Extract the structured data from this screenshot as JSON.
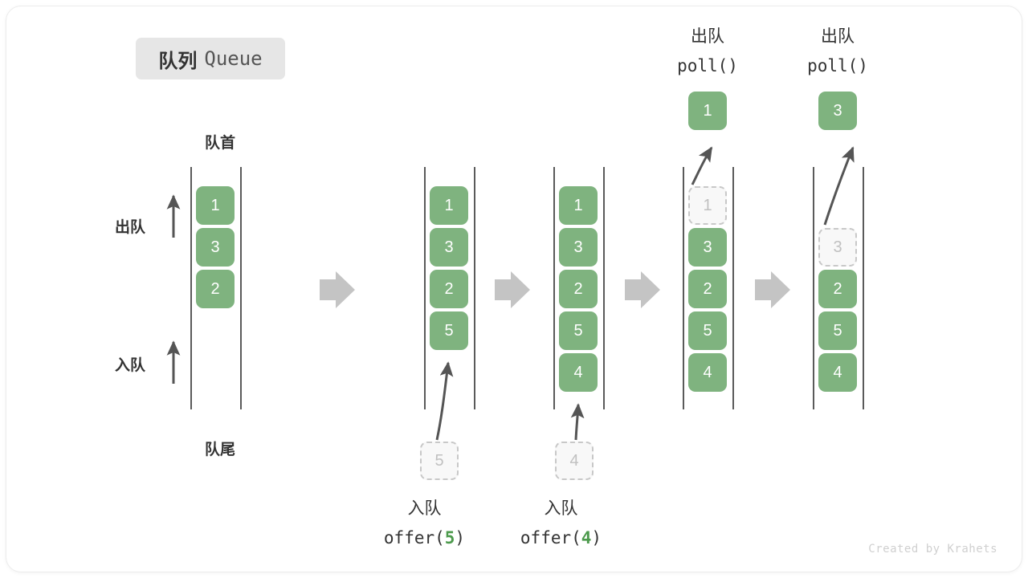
{
  "title": {
    "cn": "队列",
    "en": "Queue"
  },
  "labels": {
    "front": "队首",
    "rear": "队尾",
    "dequeue": "出队",
    "enqueue": "入队"
  },
  "credit": "Created by Krahets",
  "colors": {
    "element_green": "#7fb37f",
    "ghost_fill": "#f8f8f8",
    "ghost_border": "#c8c8c8",
    "rail": "#5a5a5a",
    "arrow": "#555555",
    "step_arrow": "#c4c4c4",
    "badge_bg": "#e6e6e6",
    "text": "#333333",
    "code_accent": "#4c9a4c"
  },
  "steps": [
    {
      "id": "initial",
      "items": [
        {
          "value": "1",
          "state": "filled"
        },
        {
          "value": "3",
          "state": "filled"
        },
        {
          "value": "2",
          "state": "filled"
        }
      ],
      "op_cn": "",
      "op_code": "",
      "op_arg": "",
      "incoming": null,
      "result": null
    },
    {
      "id": "offer-5",
      "items": [
        {
          "value": "1",
          "state": "filled"
        },
        {
          "value": "3",
          "state": "filled"
        },
        {
          "value": "2",
          "state": "filled"
        },
        {
          "value": "5",
          "state": "filled"
        }
      ],
      "op_cn": "入队",
      "op_code": "offer(",
      "op_arg": "5",
      "op_code_end": ")",
      "incoming": {
        "value": "5",
        "state": "ghost"
      },
      "result": null
    },
    {
      "id": "offer-4",
      "items": [
        {
          "value": "1",
          "state": "filled"
        },
        {
          "value": "3",
          "state": "filled"
        },
        {
          "value": "2",
          "state": "filled"
        },
        {
          "value": "5",
          "state": "filled"
        },
        {
          "value": "4",
          "state": "filled"
        }
      ],
      "op_cn": "入队",
      "op_code": "offer(",
      "op_arg": "4",
      "op_code_end": ")",
      "incoming": {
        "value": "4",
        "state": "ghost"
      },
      "result": null
    },
    {
      "id": "poll-1",
      "items": [
        {
          "value": "1",
          "state": "ghost"
        },
        {
          "value": "3",
          "state": "filled"
        },
        {
          "value": "2",
          "state": "filled"
        },
        {
          "value": "5",
          "state": "filled"
        },
        {
          "value": "4",
          "state": "filled"
        }
      ],
      "op_cn": "出队",
      "op_code": "poll()",
      "op_arg": "",
      "op_code_end": "",
      "incoming": null,
      "result": {
        "value": "1",
        "state": "filled"
      }
    },
    {
      "id": "poll-3",
      "items": [
        {
          "value": "",
          "state": "empty"
        },
        {
          "value": "3",
          "state": "ghost"
        },
        {
          "value": "2",
          "state": "filled"
        },
        {
          "value": "5",
          "state": "filled"
        },
        {
          "value": "4",
          "state": "filled"
        }
      ],
      "op_cn": "出队",
      "op_code": "poll()",
      "op_arg": "",
      "op_code_end": "",
      "incoming": null,
      "result": {
        "value": "3",
        "state": "filled"
      }
    }
  ]
}
